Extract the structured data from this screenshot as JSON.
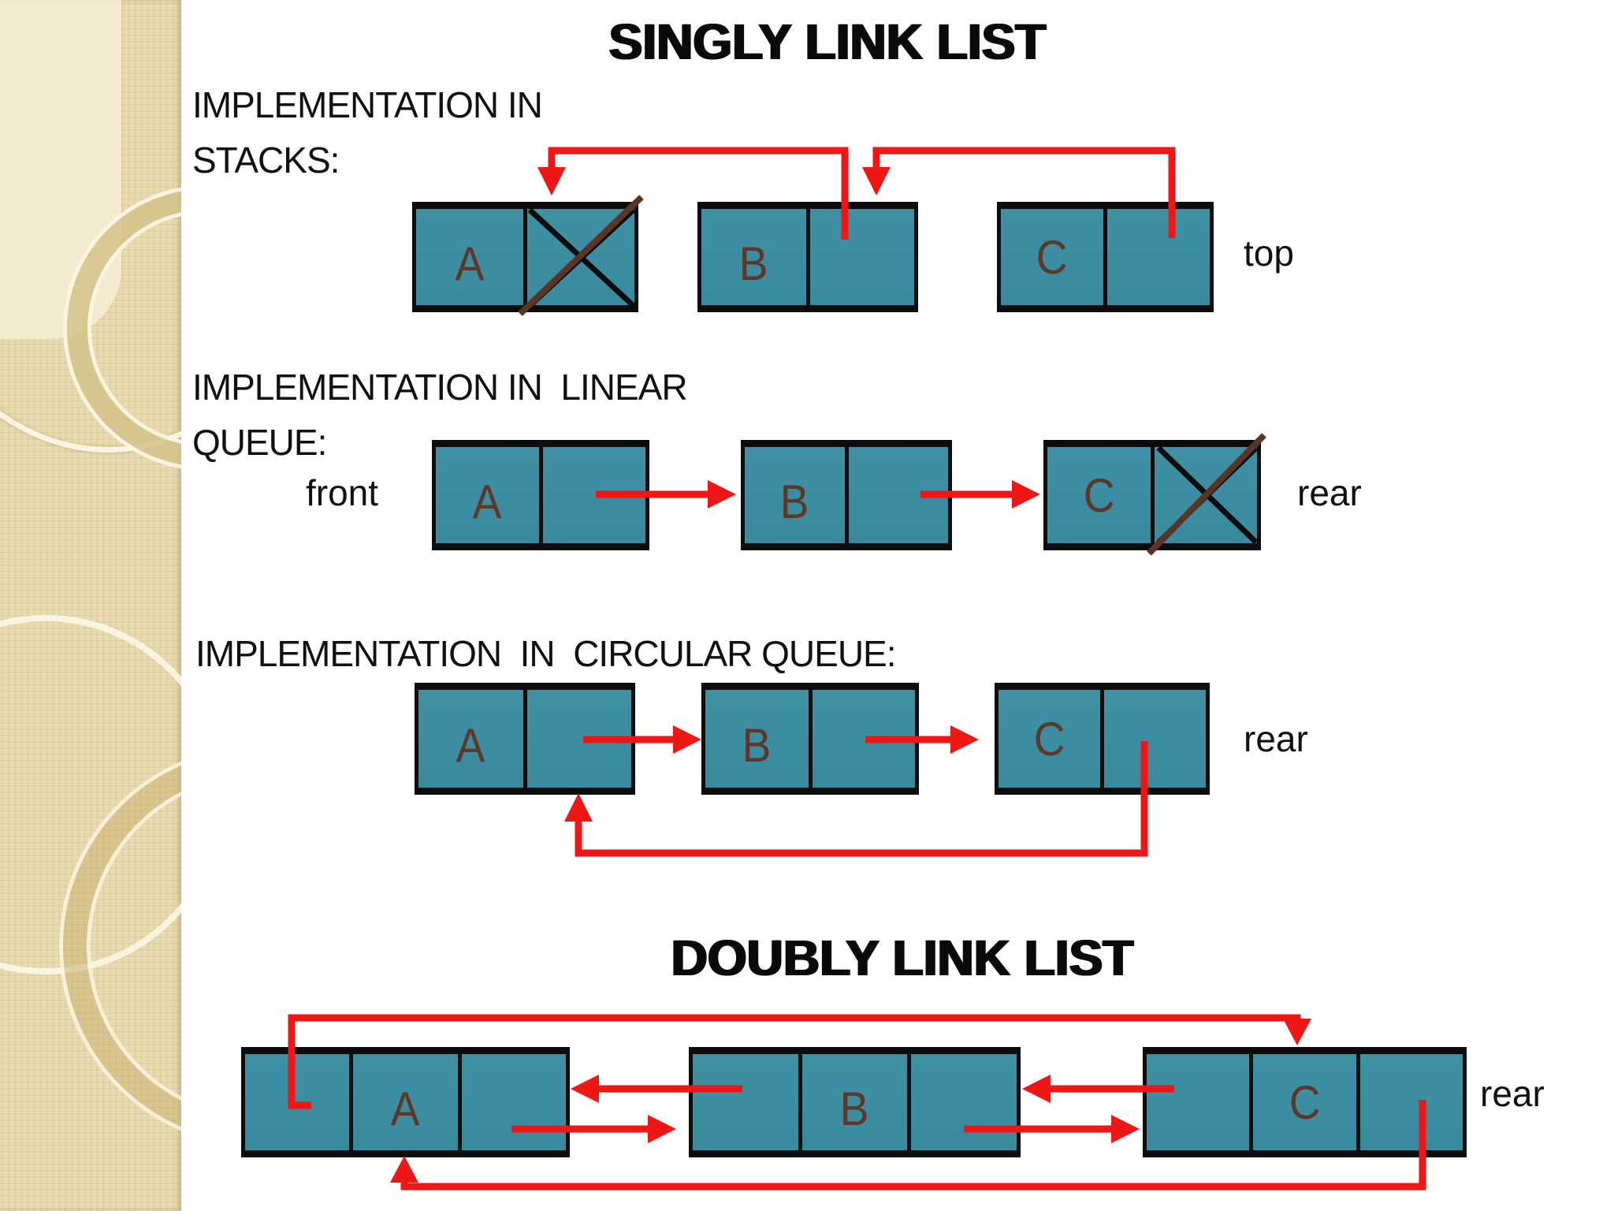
{
  "titles": {
    "singly": "SINGLY LINK LIST",
    "doubly": "DOUBLY LINK LIST"
  },
  "sections": {
    "stacks": {
      "heading_line1": "IMPLEMENTATION IN",
      "heading_line2": "STACKS:",
      "pointer_label": "top",
      "nodes": [
        "A",
        "B",
        "C"
      ]
    },
    "linear_queue": {
      "heading_line1": "IMPLEMENTATION IN  LINEAR",
      "heading_line2": "QUEUE:",
      "front_label": "front",
      "rear_label": "rear",
      "nodes": [
        "A",
        "B",
        "C"
      ]
    },
    "circular_queue": {
      "heading": "IMPLEMENTATION  IN  CIRCULAR QUEUE:",
      "rear_label": "rear",
      "nodes": [
        "A",
        "B",
        "C"
      ]
    },
    "doubly": {
      "rear_label": "rear",
      "nodes": [
        "A",
        "B",
        "C"
      ]
    }
  },
  "colors": {
    "node_fill": "#3d8da2",
    "node_border": "#0d0d0d",
    "letter_brown": "#5d3828",
    "arrow_red": "#ef1616",
    "cross_black": "#0d0d0d",
    "cross_brown": "#5a3425",
    "strip_base": "#e8daab",
    "background": "#fefefe",
    "heading_text": "#111111"
  }
}
